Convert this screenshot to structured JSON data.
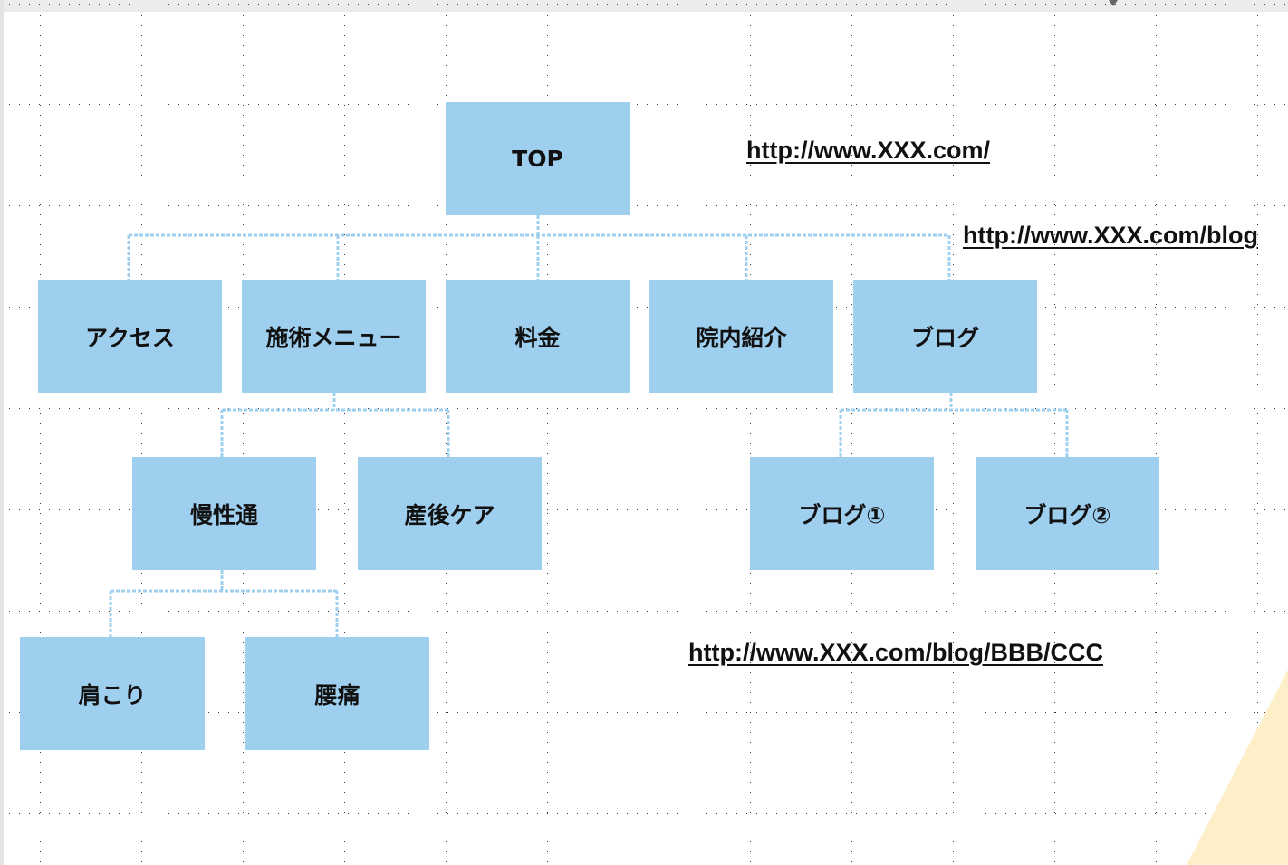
{
  "sitemap": {
    "top": "TOP",
    "level1": [
      "アクセス",
      "施術メニュー",
      "料金",
      "院内紹介",
      "ブログ"
    ],
    "menu_children": [
      "慢性通",
      "産後ケア"
    ],
    "blog_children": [
      "ブログ①",
      "ブログ②"
    ],
    "chronic_children": [
      "肩こり",
      "腰痛"
    ]
  },
  "urls": {
    "top_url": "http://www.XXX.com/",
    "blog_url": "http://www.XXX.com/blog",
    "blog_child_url": "http://www.XXX.com/blog/BBB/CCC"
  },
  "colors": {
    "box": "#9fcfef",
    "connector": "#9fcfef",
    "accent_triangle": "#fdf0c8"
  }
}
